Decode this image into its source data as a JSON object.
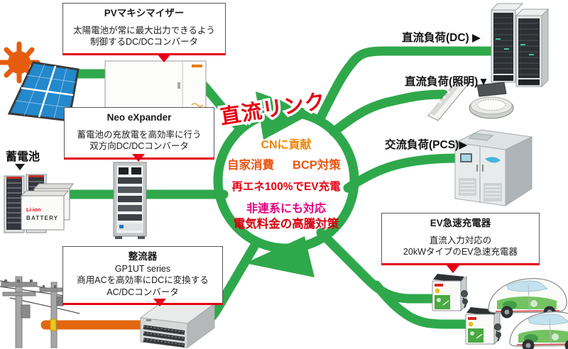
{
  "colors": {
    "dc_link_green": "#2fa84b",
    "ac_orange": "#e2670f",
    "accent_red": "#e60012",
    "benefit_orange": "#f08300",
    "benefit_orange_red": "#ea5514",
    "benefit_pink": "#e4007f",
    "benefit_crimson": "#d7000f"
  },
  "center": {
    "title": "直流リンク",
    "benefits": [
      {
        "text": "CNに貢献"
      },
      {
        "text": "自家消費"
      },
      {
        "text": "BCP対策"
      },
      {
        "text": "再エネ100%でEV充電"
      },
      {
        "text": "非連系にも対応"
      },
      {
        "text": "電気料金の高騰対策"
      }
    ]
  },
  "boxes": {
    "pv": {
      "title": "PVマキシマイザー",
      "line1": "太陽電池が常に最大出力できるよう",
      "line2": "制御するDC/DCコンバータ"
    },
    "neo": {
      "title": "Neo eXpander",
      "line1": "蓄電池の充放電を高効率に行う",
      "line2": "双方向DC/DCコンバータ"
    },
    "rectifier": {
      "title": "整流器",
      "line1": "GP1UT series",
      "line2": "商用ACを高効率にDCに変換する",
      "line3": "AC/DCコンバータ"
    },
    "ev": {
      "title": "EV急速充電器",
      "line1": "直流入力対応の",
      "line2": "20kWタイプのEV急速充電器"
    }
  },
  "labels": {
    "battery": "蓄電池",
    "load_dc": "直流負荷(DC) ▶",
    "load_lighting": "直流負荷(照明)▼",
    "load_ac": "交流負荷(PCS)▶"
  },
  "battery_unit": {
    "brand": "Li-ion",
    "text": "BATTERY"
  }
}
